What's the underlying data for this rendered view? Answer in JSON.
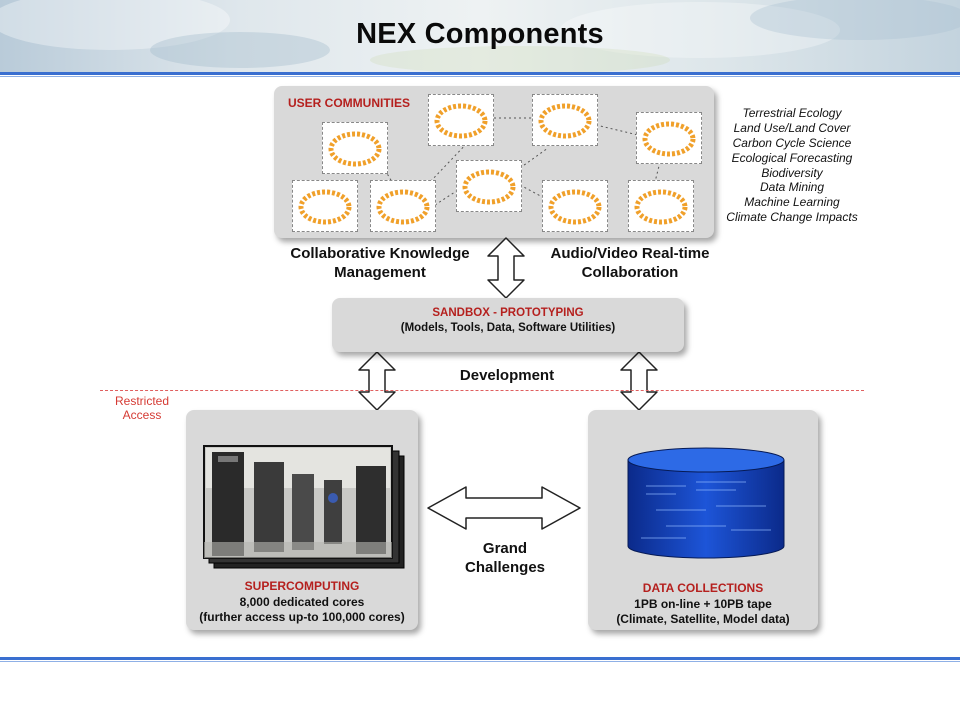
{
  "header": {
    "title": "NEX Components"
  },
  "user_communities": {
    "label": "USER COMMUNITIES",
    "topics": [
      "Terrestrial Ecology",
      "Land Use/Land Cover",
      "Carbon Cycle Science",
      "Ecological Forecasting",
      "Biodiversity",
      "Data Mining",
      "Machine Learning",
      "Climate Change Impacts"
    ]
  },
  "collab_knowledge": {
    "line1": "Collaborative Knowledge",
    "line2": "Management"
  },
  "audio_video": {
    "line1": "Audio/Video Real-time",
    "line2": "Collaboration"
  },
  "sandbox": {
    "title": "SANDBOX - PROTOTYPING",
    "subtitle": "(Models, Tools, Data, Software Utilities)"
  },
  "development": "Development",
  "restricted": {
    "line1": "Restricted",
    "line2": "Access"
  },
  "supercomputing": {
    "title": "SUPERCOMPUTING",
    "line1": "8,000 dedicated cores",
    "line2": "(further access up-to 100,000 cores)"
  },
  "grand_challenges": {
    "line1": "Grand",
    "line2": "Challenges"
  },
  "data_collections": {
    "title": "DATA COLLECTIONS",
    "line1": "1PB on-line + 10PB tape",
    "line2": "(Climate, Satellite, Model data)"
  },
  "colors": {
    "accent_blue": "#3a6fd0",
    "label_red": "#b5201e",
    "dash_red": "#e06060"
  }
}
